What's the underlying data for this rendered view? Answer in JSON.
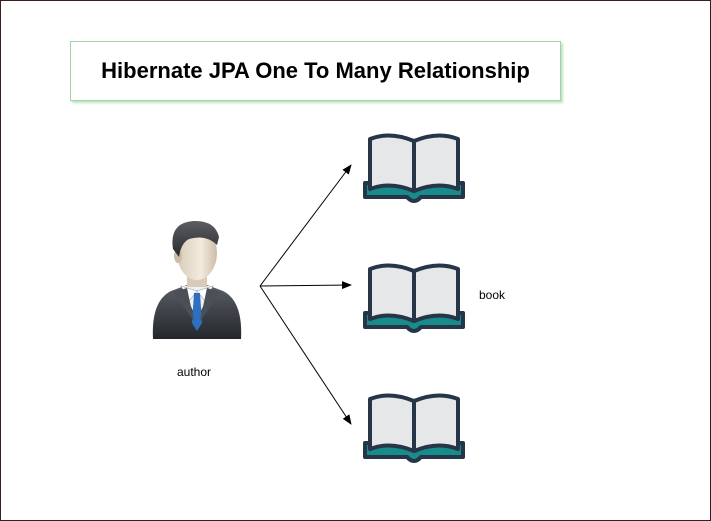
{
  "title": "Hibernate JPA One To Many Relationship",
  "nodes": {
    "author": {
      "label": "author",
      "icon": "businessman-icon"
    },
    "book_label": "book",
    "book_icon": "open-book-icon",
    "book_count": 3
  },
  "colors": {
    "book_outline": "#263547",
    "book_page": "#e6e7e8",
    "book_cover": "#188c8a",
    "title_border": "#9fd6a4",
    "suit": "#3a3d42",
    "tie": "#2f6fbf",
    "arrow": "#000000"
  }
}
